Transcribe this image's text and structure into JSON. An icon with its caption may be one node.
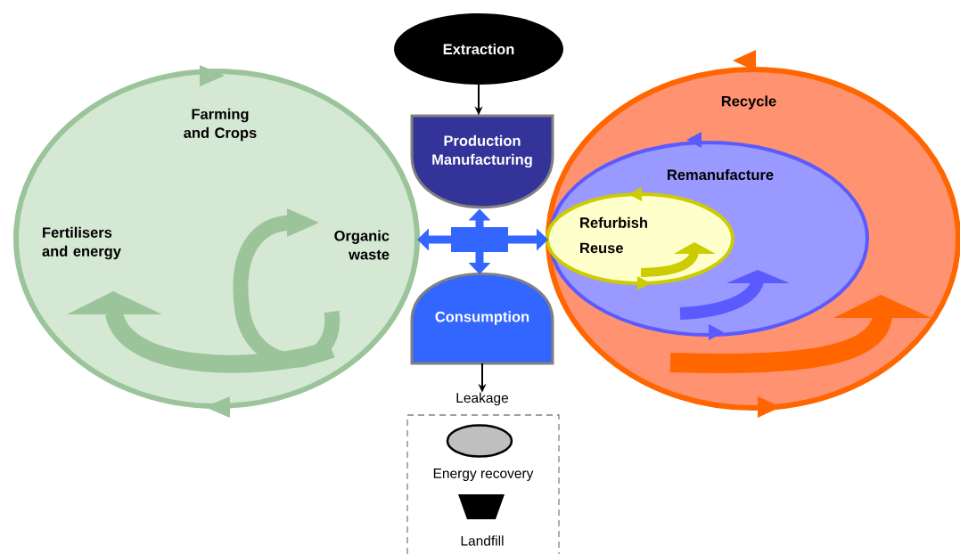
{
  "diagram": {
    "nodes": [
      {
        "text": [
          "Extraction"
        ]
      },
      {
        "text": [
          "Production Manufacturing"
        ]
      },
      {
        "text": [
          "Consumption"
        ]
      },
      {
        "text": [
          "Leakage"
        ]
      },
      {
        "text": [
          "Energy recovery"
        ],
        "in": 3
      },
      {
        "text": [
          "Landfill"
        ],
        "in": 3
      },
      {
        "text": [
          "Farming and Crops",
          "Fertilisers and energy",
          "Organic waste"
        ]
      },
      {
        "text": [
          "Recycle"
        ]
      },
      {
        "text": [
          "Remanufacture"
        ],
        "in": 7
      },
      {
        "text": [
          "Refurbish Reuse"
        ],
        "in": 8
      },
      {
        "text": [],
        "shape": "cross"
      }
    ],
    "edges": [
      {
        "from": 0,
        "to": 1,
        "arrow": "to",
        "color": "#000000"
      },
      {
        "from": 10,
        "to": 1,
        "arrow": "to",
        "color": "#3366ff"
      },
      {
        "from": 10,
        "to": 6,
        "arrow": "to",
        "color": "#3366ff"
      },
      {
        "from": 10,
        "to": 7,
        "arrow": "to",
        "color": "#3366ff"
      },
      {
        "from": 10,
        "to": 2,
        "arrow": "to",
        "color": "#3366ff"
      },
      {
        "from": 2,
        "to": 3,
        "arrow": "to",
        "color": "#000000"
      }
    ]
  }
}
